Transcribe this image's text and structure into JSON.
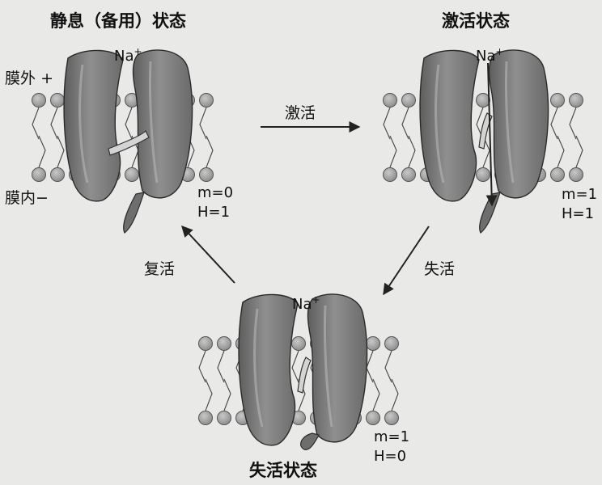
{
  "states": {
    "resting": {
      "title": "静息（备用）状态",
      "ion": "Na",
      "ion_charge": "+",
      "m": "m=0",
      "h": "H=1",
      "outer_label": "膜外",
      "outer_sign": "+",
      "inner_label": "膜内",
      "inner_sign": "−"
    },
    "activated": {
      "title": "激活状态",
      "ion": "Na",
      "ion_charge": "+",
      "m": "m=1",
      "h": "H=1"
    },
    "inactivated": {
      "title": "失活状态",
      "ion": "Na",
      "ion_charge": "+",
      "m": "m=1",
      "h": "H=0"
    }
  },
  "transitions": {
    "activate": "激活",
    "inactivate": "失活",
    "recover": "复活"
  },
  "colors": {
    "background": "#e9e9e7",
    "protein": "#7f7f7f",
    "lipid_head": "#a3a3a3",
    "line": "#222222"
  }
}
